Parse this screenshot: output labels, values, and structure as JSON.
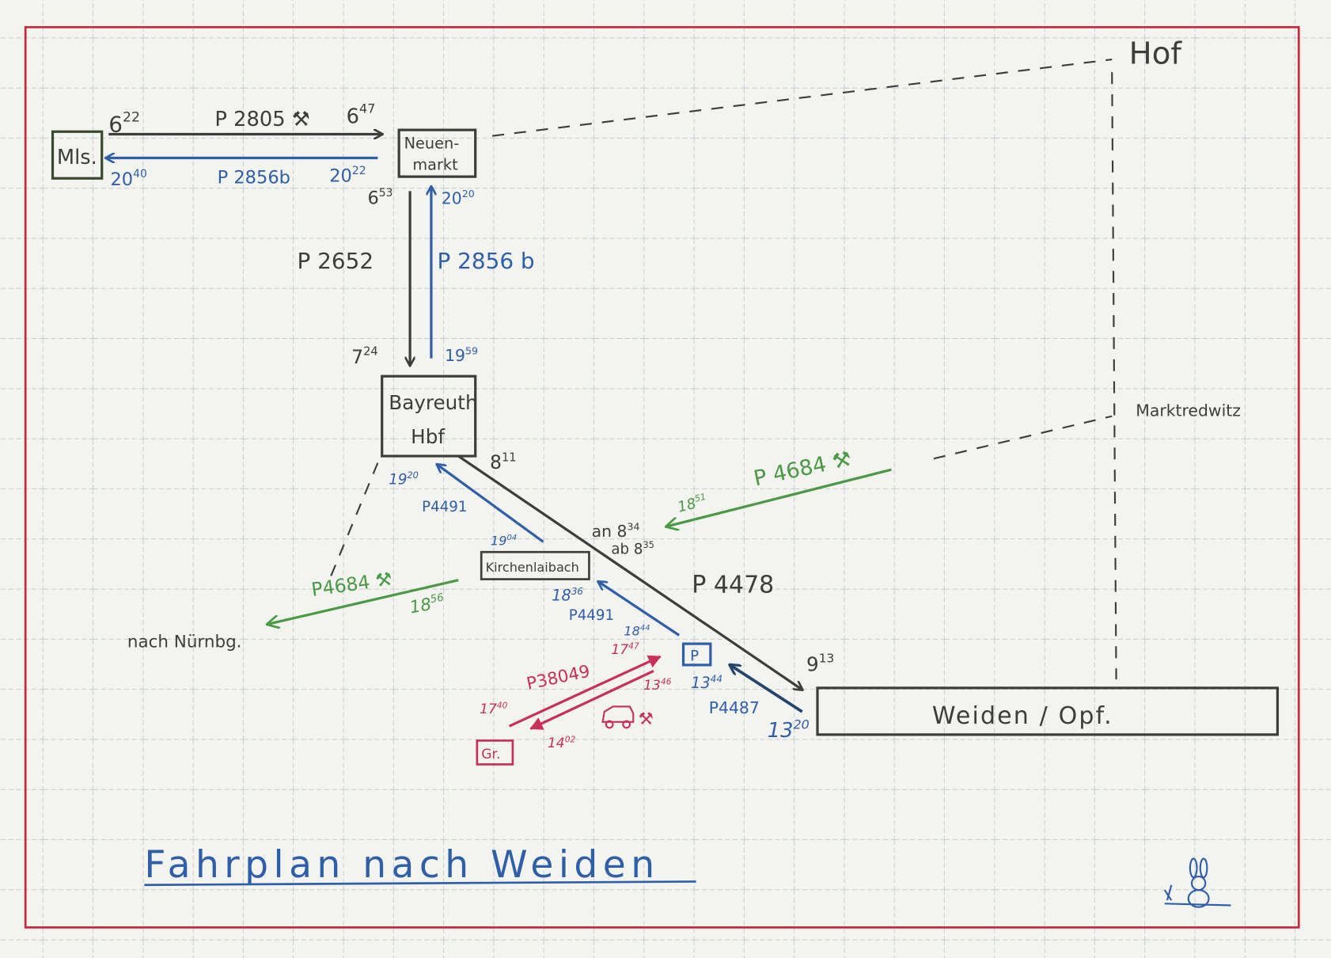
{
  "colors": {
    "black": "#3d3d3d",
    "blue": "#2f5fa8",
    "green": "#4a9a45",
    "red": "#c8305a",
    "dark_blue": "#24466e",
    "border": "#c8283a",
    "grid": "#b9c4cc"
  },
  "stations": {
    "hof": "Hof",
    "marktredwitz": "Marktredwitz",
    "mls": "Mls.",
    "neuenmarkt_1": "Neuen-",
    "neuenmarkt_2": "markt",
    "bayreuth_1": "Bayreuth",
    "bayreuth_2": "Hbf",
    "kirchenlaibach": "Kirchenlaibach",
    "p": "P",
    "gr": "Gr.",
    "weiden": "Weiden / Opf.",
    "nuernberg": "nach Nürnbg."
  },
  "trains": {
    "p2805": "P 2805 ⚒",
    "p2856b_h": "P 2856b",
    "p2652": "P 2652",
    "p2856b_v": "P 2856 b",
    "p4478": "P 4478",
    "p4491_a": "P4491",
    "p4491_b": "P4491",
    "p4684_a": "P 4684 ⚒",
    "p4684_b": "P4684 ⚒",
    "p4487": "P4487",
    "p38049": "P38049",
    "car_mark": "⚒"
  },
  "times": {
    "t0622": {
      "h": "6",
      "m": "22"
    },
    "t0647": {
      "h": "6",
      "m": "47"
    },
    "t2040": {
      "h": "20",
      "m": "40"
    },
    "t2022": {
      "h": "20",
      "m": "22"
    },
    "t0653": {
      "h": "6",
      "m": "53"
    },
    "t2020": {
      "h": "20",
      "m": "20"
    },
    "t0724": {
      "h": "7",
      "m": "24"
    },
    "t1959": {
      "h": "19",
      "m": "59"
    },
    "t0811": {
      "h": "8",
      "m": "11"
    },
    "t0834": {
      "pre": "an ",
      "h": "8",
      "m": "34"
    },
    "t0835": {
      "pre": "ab ",
      "h": "8",
      "m": "35"
    },
    "t0913": {
      "h": "9",
      "m": "13"
    },
    "t1920": {
      "h": "19",
      "m": "20"
    },
    "t1904": {
      "h": "19",
      "m": "04"
    },
    "t1836": {
      "h": "18",
      "m": "36"
    },
    "t1844": {
      "h": "18",
      "m": "44"
    },
    "t1851": {
      "h": "18",
      "m": "51"
    },
    "t1856": {
      "h": "18",
      "m": "56"
    },
    "t1344": {
      "h": "13",
      "m": "44"
    },
    "t1320": {
      "h": "13",
      "m": "20"
    },
    "t1740": {
      "h": "17",
      "m": "40"
    },
    "t1747": {
      "h": "17",
      "m": "47"
    },
    "t1346": {
      "h": "13",
      "m": "46"
    },
    "t1402": {
      "h": "14",
      "m": "02"
    }
  },
  "title": "Fahrplan nach Weiden"
}
